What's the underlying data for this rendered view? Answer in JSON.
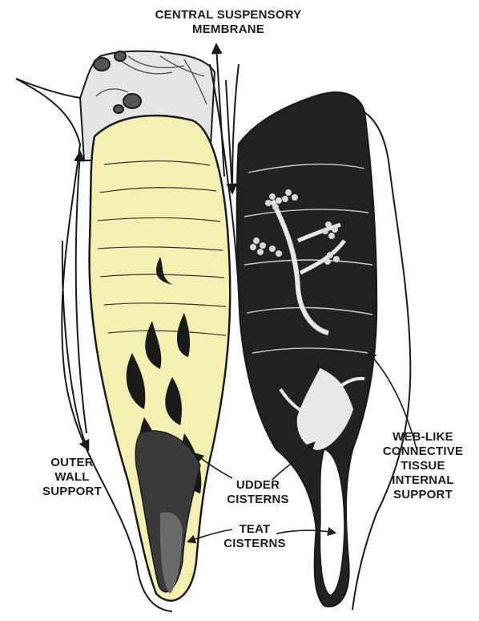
{
  "labels": {
    "central_suspensory": [
      "CENTRAL SUSPENSORY",
      "MEMBRANE"
    ],
    "outer_wall": [
      "OUTER",
      "WALL",
      "SUPPORT"
    ],
    "udder_cisterns": [
      "UDDER",
      "CISTERNS"
    ],
    "teat_cisterns": [
      "TEAT",
      "CISTERNS"
    ],
    "web_like": [
      "WEB-LIKE",
      "CONNECTIVE",
      "TISSUE",
      "INTERNAL",
      "SUPPORT"
    ]
  },
  "colors": {
    "left_quarter_fill": "#f4f0b2",
    "right_quarter_fill": "#222222",
    "outline": "#1a1a1a",
    "background": "#ffffff"
  }
}
